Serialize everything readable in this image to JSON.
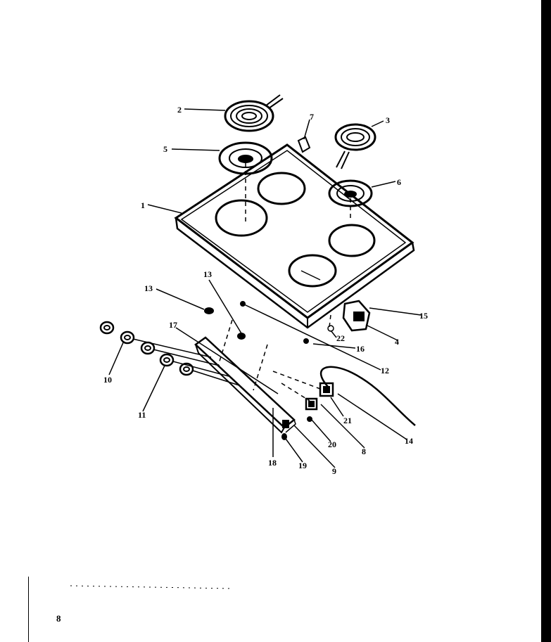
{
  "page_number": "8",
  "callouts": {
    "c1": "1",
    "c2": "2",
    "c3": "3",
    "c4": "4",
    "c5": "5",
    "c6": "6",
    "c7": "7",
    "c8": "8",
    "c9": "9",
    "c10": "10",
    "c11": "11",
    "c12": "12",
    "c13a": "13",
    "c13b": "13",
    "c14": "14",
    "c15": "15",
    "c16": "16",
    "c17": "17",
    "c18": "18",
    "c19": "19",
    "c20": "20",
    "c21": "21",
    "c22": "22"
  }
}
